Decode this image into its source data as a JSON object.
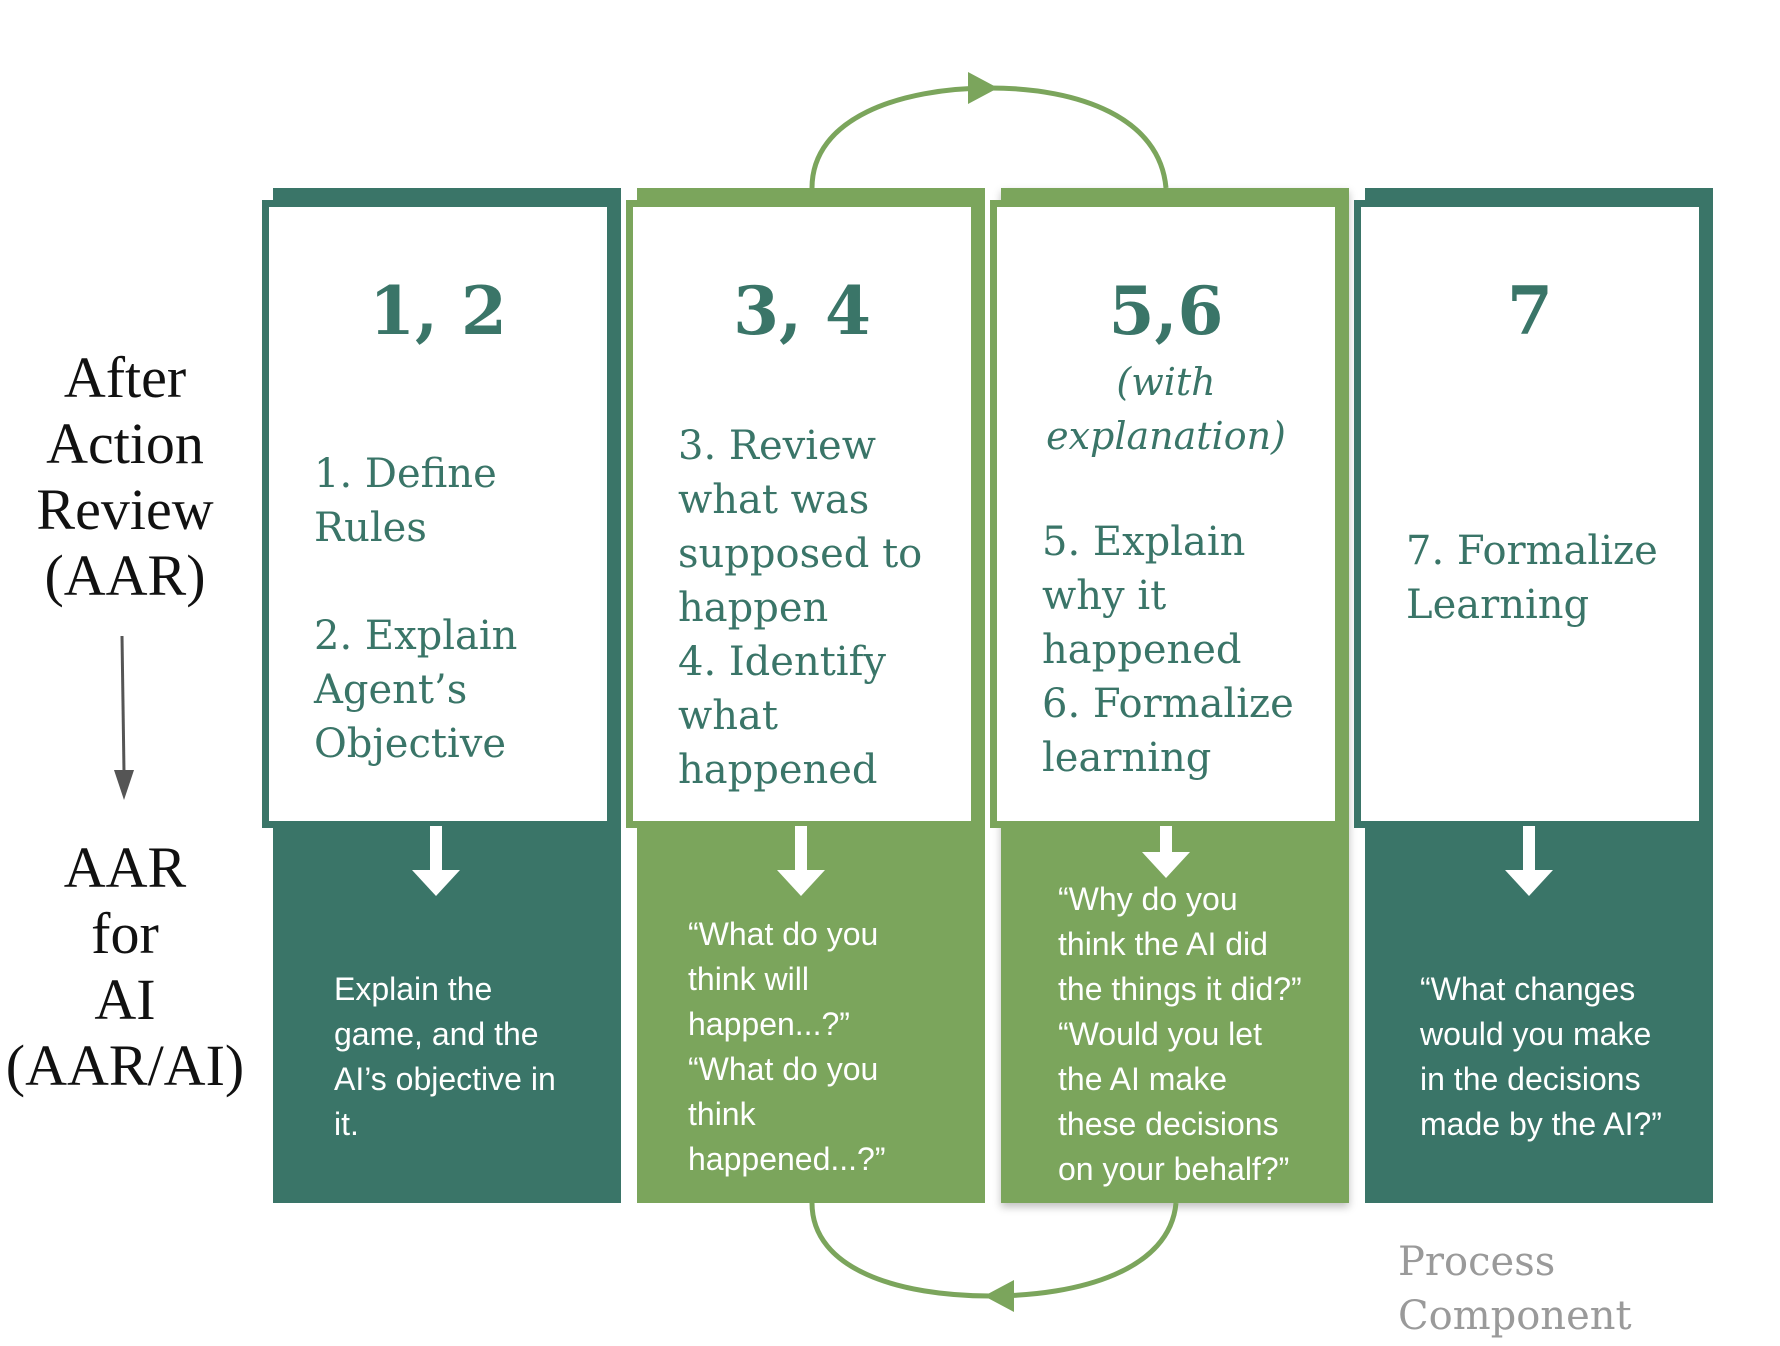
{
  "side": {
    "aar_label": "After\nAction\nReview\n(AAR)",
    "aarai_label": "AAR\nfor\nAI\n(AAR/AI)"
  },
  "colors": {
    "teal": "#3a7568",
    "green": "#7ba55c",
    "white": "#ffffff",
    "legend_gray": "#9a9a9a"
  },
  "cards": [
    {
      "number": "1, 2",
      "subtitle": "",
      "steps": "1. Define\nRules\n\n2. Explain\nAgent’s\nObjective",
      "question": "Explain the\ngame, and the\nAI’s objective in\nit."
    },
    {
      "number": "3, 4",
      "subtitle": "",
      "steps": "3. Review\nwhat was\nsupposed to\nhappen\n4. Identify\nwhat\nhappened",
      "question": "“What do you\nthink will\nhappen...?”\n“What do you\nthink\nhappened...?”"
    },
    {
      "number": "5,6",
      "subtitle": "(with\nexplanation)",
      "steps": "5. Explain\nwhy it\nhappened\n6. Formalize\nlearning",
      "question": "“Why do you\nthink the AI did\nthe things it did?”\n“Would you let\nthe AI make\nthese decisions\non your behalf?”"
    },
    {
      "number": "7",
      "subtitle": "",
      "steps": "7. Formalize\nLearning",
      "question": "“What changes\nwould you make\nin the decisions\nmade by the AI?”"
    }
  ],
  "legend": {
    "label": "Process\nComponent"
  }
}
